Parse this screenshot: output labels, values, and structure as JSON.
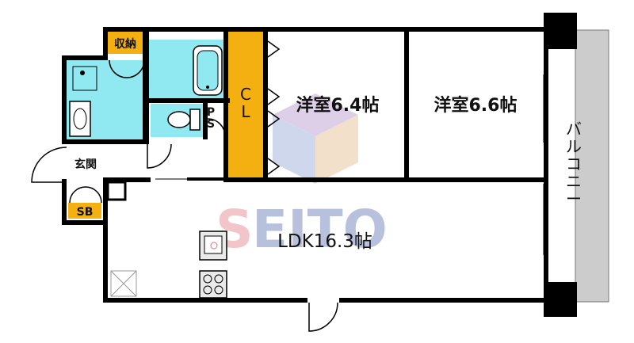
{
  "rooms": {
    "western1": "洋室6.4帖",
    "western2": "洋室6.6帖",
    "ldk": "LDK16.3帖",
    "balcony": "バルコニー",
    "entrance": "玄関",
    "storage": "収納",
    "closet": "CL",
    "shoe_box": "SB",
    "pipe_space": "PS"
  },
  "watermark": {
    "text": "SEITO",
    "colors": {
      "s": "#e8a0a8",
      "rest": "#8898c8",
      "cube_top": "#c4a8d8",
      "cube_left": "#a8b8e0",
      "cube_right": "#e8c8a0"
    }
  },
  "colors": {
    "wall": "#000000",
    "closet_fill": "#f4b010",
    "storage_fill": "#f4b010",
    "wet_area_fill": "#90e8f0",
    "balcony_fill": "#cccccc",
    "fixture_fill": "#eaeaea"
  },
  "icons": [
    "washbasin-icon",
    "bathtub-icon",
    "toilet-icon",
    "kitchen-sink-icon",
    "stove-icon",
    "washer-pan-icon"
  ]
}
